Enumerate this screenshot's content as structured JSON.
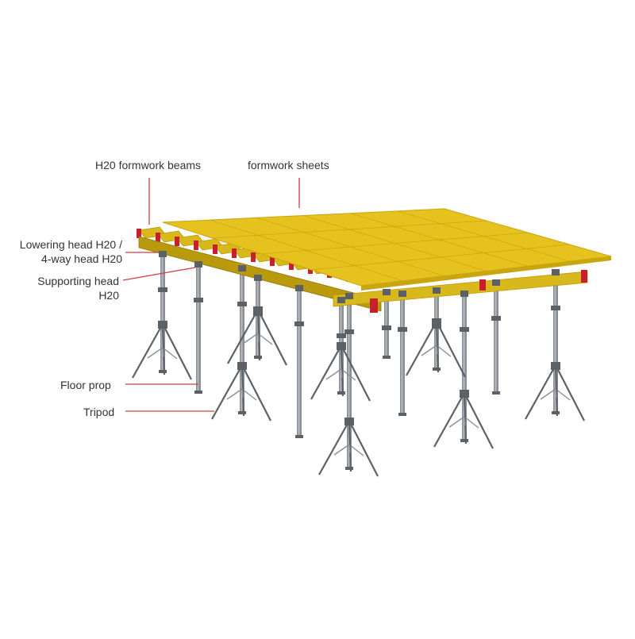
{
  "labels": {
    "beams": "H20 formwork beams",
    "sheets": "formwork sheets",
    "lowering_line1": "Lowering head H20 /",
    "lowering_line2": "4-way head H20",
    "supporting_line1": "Supporting head",
    "supporting_line2": "H20",
    "floor_prop": "Floor prop",
    "tripod": "Tripod"
  },
  "colors": {
    "sheet_top": "#e6c21e",
    "sheet_edge": "#c9a50f",
    "beam": "#d8b81a",
    "beam_dark": "#b99a0c",
    "head_red": "#c8202a",
    "steel": "#8a8f94",
    "steel_dark": "#5c6166",
    "leader_line": "#d23a46",
    "text": "#333333"
  }
}
